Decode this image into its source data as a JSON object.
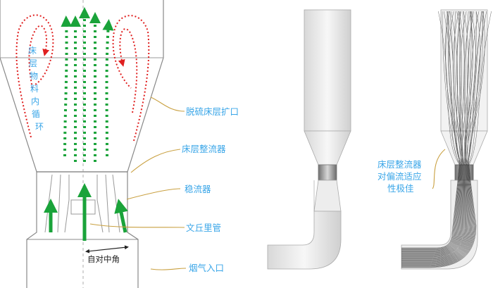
{
  "labels": {
    "circulation": "床层物料内循环",
    "outlet": "脱硫床层扩口",
    "bed_rectifier": "床层整流器",
    "stabilizer": "稳流器",
    "venturi": "文丘里管",
    "inlet": "烟气入口",
    "angle": "自对中角",
    "adaptability": [
      "床层整流器",
      "对偏流适应",
      "性极佳"
    ]
  },
  "colors": {
    "recirculation": "#e02020",
    "upflow": "#1aa33a",
    "label_text": "#3aa6e8",
    "leader_line": "#c9a040",
    "outline": "#888888",
    "tower_fill": "#efefef"
  }
}
